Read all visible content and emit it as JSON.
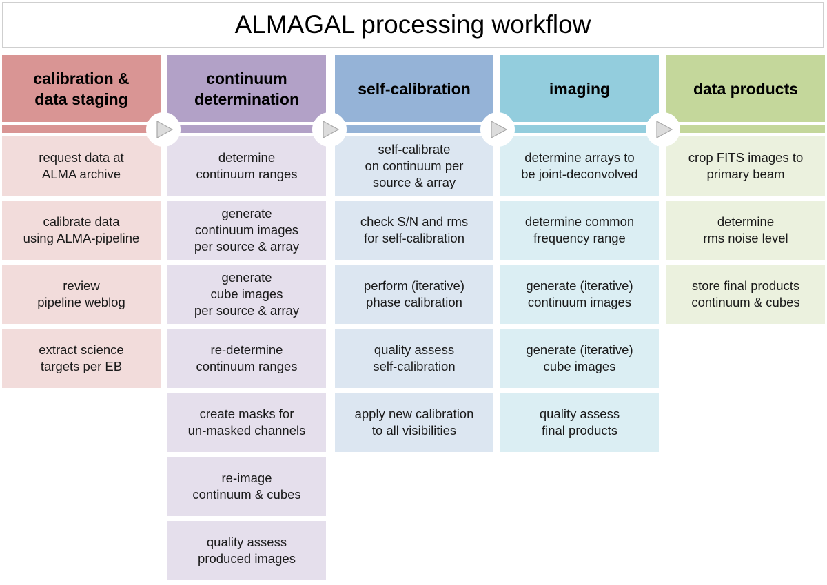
{
  "title": "ALMAGAL processing workflow",
  "arrow_icon": "play-triangle-icon",
  "columns": [
    {
      "header": "calibration &\ndata staging",
      "header_color": "#d99594",
      "step_color": "#f2dcdb",
      "steps": [
        "request data at\nALMA archive",
        "calibrate data\nusing ALMA-pipeline",
        "review\npipeline weblog",
        "extract science\ntargets per EB"
      ]
    },
    {
      "header": "continuum\ndetermination",
      "header_color": "#b2a1c7",
      "step_color": "#e5dfec",
      "steps": [
        "determine\ncontinuum ranges",
        "generate\ncontinuum images\nper source & array",
        "generate\ncube images\nper source & array",
        "re-determine\ncontinuum ranges",
        "create masks for\nun-masked channels",
        "re-image\ncontinuum & cubes",
        "quality assess\nproduced images"
      ]
    },
    {
      "header": "self-calibration",
      "header_color": "#95b3d7",
      "step_color": "#dce6f1",
      "steps": [
        "self-calibrate\non continuum per\nsource & array",
        "check S/N and rms\nfor self-calibration",
        "perform (iterative)\nphase calibration",
        "quality assess\nself-calibration",
        "apply new calibration\nto all visibilities"
      ]
    },
    {
      "header": "imaging",
      "header_color": "#93cddd",
      "step_color": "#dbeef3",
      "steps": [
        "determine arrays to\nbe joint-deconvolved",
        "determine common\nfrequency range",
        "generate (iterative)\ncontinuum images",
        "generate (iterative)\ncube images",
        "quality assess\nfinal products"
      ]
    },
    {
      "header": "data products",
      "header_color": "#c4d79b",
      "step_color": "#ebf1de",
      "steps": [
        "crop FITS images to\nprimary beam",
        "determine\nrms noise level",
        "store final products\ncontinuum & cubes"
      ]
    }
  ]
}
